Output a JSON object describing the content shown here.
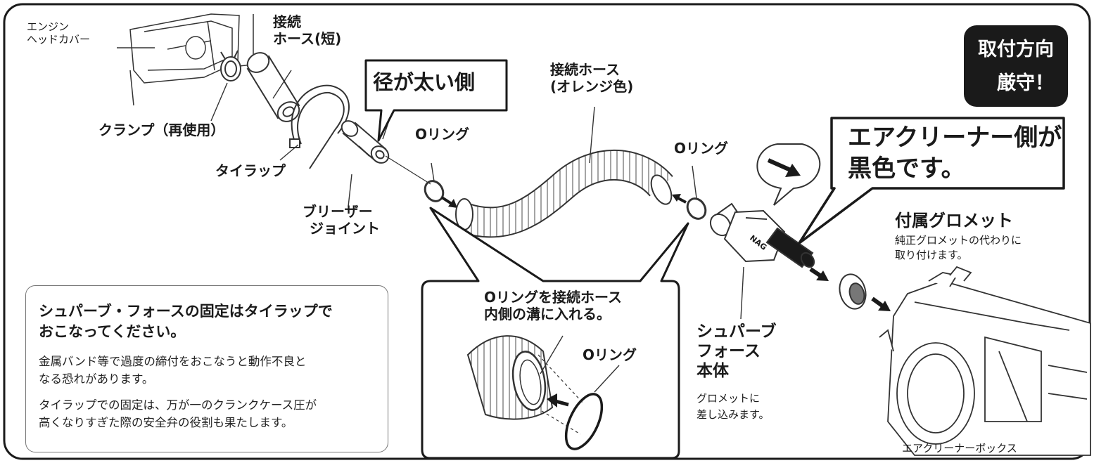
{
  "labels": {
    "engine_head_cover": [
      "エンジン",
      "ヘッドカバー"
    ],
    "hose_short": [
      "接続",
      "ホース(短)"
    ],
    "clamp": "クランプ（再使用）",
    "tie_wrap": "タイラップ",
    "breather_joint": [
      "ブリーザー",
      "ジョイント"
    ],
    "thick_side": "径が太い側",
    "hose_long": [
      "接続ホース",
      "(オレンジ色)"
    ],
    "o_ring_1": "Oリング",
    "o_ring_2": "Oリング",
    "o_ring_3": "Oリング",
    "o_ring_note": [
      "Oリングを接続ホース",
      "内側の溝に入れる。"
    ],
    "black_side": [
      "エアクリーナー側が",
      "黒色です。"
    ],
    "grommet_title": "付属グロメット",
    "grommet_desc": [
      "純正グロメットの代わりに",
      "取り付けます。"
    ],
    "body": [
      "シュパーブ",
      "フォース",
      "本体"
    ],
    "body_desc": [
      "グロメットに",
      "差し込みます。"
    ],
    "air_cleaner_box": "エアクリーナーボックス"
  },
  "badge": [
    "取付方向",
    "厳守！"
  ],
  "note": {
    "title": [
      "シュパーブ・フォースの固定はタイラップで",
      "おこなってください。"
    ],
    "para1": [
      "金属バンド等で過度の締付をおこなうと動作不良と",
      "なる恐れがあります。"
    ],
    "para2": [
      "タイラップでの固定は、万が一のクランクケース圧が",
      "高くなりすぎた際の安全弁の役割も果たします。"
    ]
  }
}
